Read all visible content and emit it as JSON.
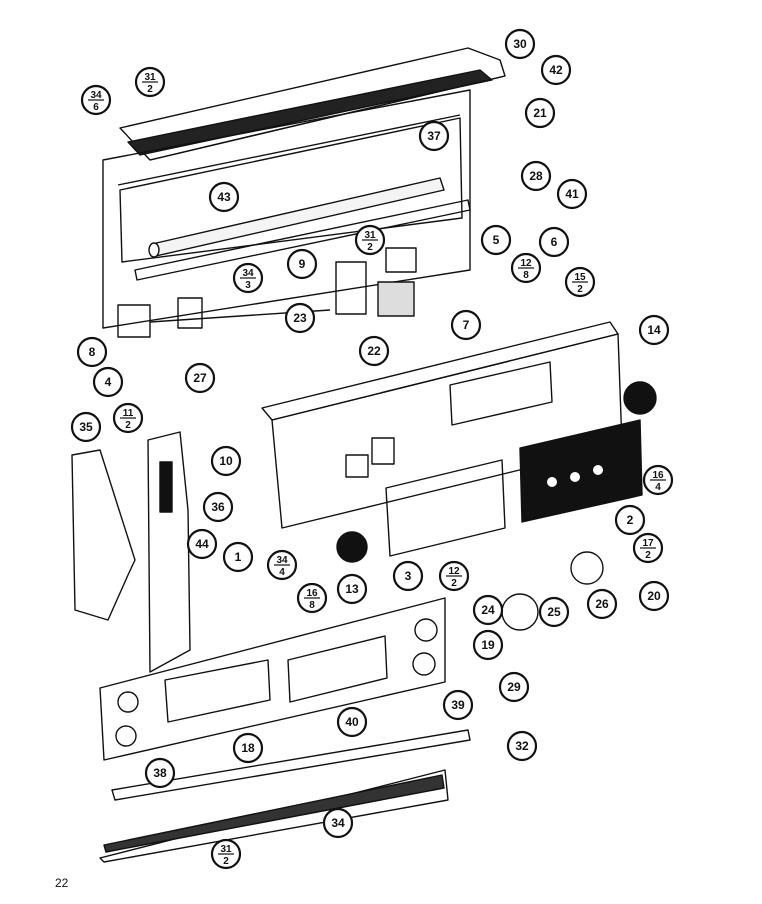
{
  "page_number": "22",
  "callouts": [
    "30",
    "42",
    "21",
    "37",
    "28",
    "41",
    "43",
    "5",
    "6",
    "9",
    "15/2",
    "12/8",
    "7",
    "14",
    "22",
    "23",
    "8",
    "4",
    "27",
    "11/2",
    "35",
    "10",
    "36",
    "1",
    "34/4",
    "16/8",
    "13",
    "3",
    "12/2",
    "24",
    "25",
    "26",
    "20",
    "19",
    "2",
    "16/4",
    "17/2",
    "44",
    "29",
    "39",
    "40",
    "18",
    "38",
    "32",
    "34",
    "31/2",
    "34/6",
    "31/2",
    "34/3",
    "31/2"
  ]
}
